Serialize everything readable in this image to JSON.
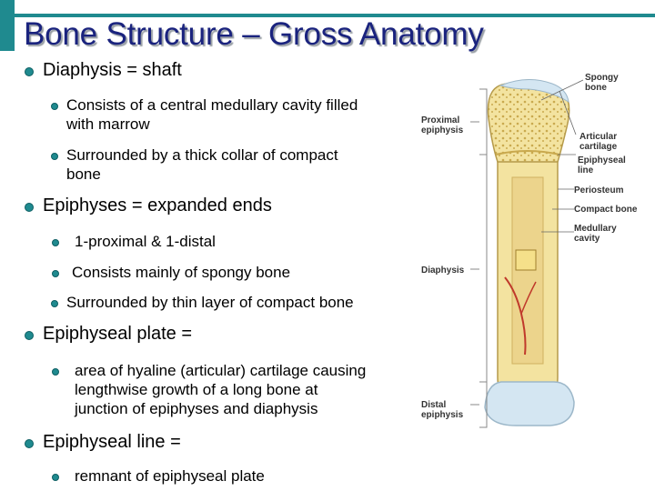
{
  "slide": {
    "title": "Bone Structure – Gross Anatomy",
    "bullets": [
      {
        "text": "Diaphysis = shaft",
        "subs": [
          [
            "Consists of a central medullary cavity filled",
            "with marrow"
          ],
          [
            "Surrounded by a thick collar of compact",
            "bone"
          ]
        ]
      },
      {
        "text": "Epiphyses = expanded ends",
        "subs": [
          [
            "1-proximal & 1-distal"
          ],
          [
            "Consists mainly of spongy bone"
          ],
          [
            "Surrounded by thin layer of compact bone"
          ]
        ]
      },
      {
        "text": "Epiphyseal plate =",
        "subs": [
          [
            "area of hyaline (articular) cartilage causing",
            "lengthwise growth of a long bone at",
            "junction of epiphyses and diaphysis"
          ]
        ]
      },
      {
        "text": "Epiphyseal line =",
        "subs": [
          [
            "remnant of epiphyseal plate"
          ]
        ]
      }
    ]
  },
  "figure": {
    "labels": {
      "spongy_bone": [
        "Spongy",
        "bone"
      ],
      "articular_cartilage": [
        "Articular",
        "cartilage"
      ],
      "epiphyseal_line": [
        "Epiphyseal",
        "line"
      ],
      "periosteum": [
        "Periosteum"
      ],
      "compact_bone": [
        "Compact bone"
      ],
      "medullary_cavity": [
        "Medullary",
        "cavity"
      ],
      "proximal_epiphysis": [
        "Proximal",
        "epiphysis"
      ],
      "diaphysis": [
        "Diaphysis"
      ],
      "distal_epiphysis": [
        "Distal",
        "epiphysis"
      ]
    },
    "colors": {
      "bone": "#f3e3a0",
      "bone_edge": "#b59a4a",
      "spongy": "#e9d07a",
      "cartilage": "#d4e6f2",
      "vessel": "#c0392b",
      "bracket": "#888888"
    }
  },
  "theme": {
    "accent": "#1f8a8f",
    "title_color": "#1a237e"
  }
}
